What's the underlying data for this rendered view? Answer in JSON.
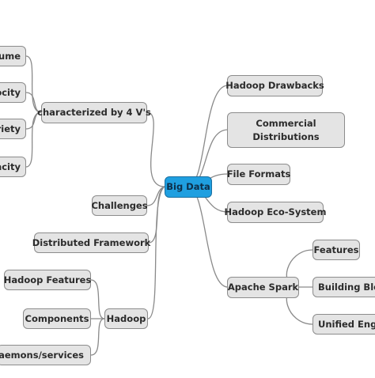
{
  "root": "Big Data",
  "left": {
    "characterized": "characterized by 4 V's",
    "v_volume": "lume",
    "v_velocity": "ocity",
    "v_variety": "riety",
    "v_veracity": "acity",
    "challenges": "Challenges",
    "distributed": "Distributed Framework",
    "hadoop": "Hadoop",
    "hadoop_features": "Hadoop Features",
    "components": "Components",
    "daemons": "Daemons/services"
  },
  "right": {
    "drawbacks": "Hadoop Drawbacks",
    "commercial": "Commercial Distributions",
    "file_formats": "File Formats",
    "ecosystem": "Hadoop Eco-System",
    "spark": "Apache Spark",
    "spark_features": "Features",
    "building_blocks": "Building Bloc",
    "unified": "Unified Engin"
  },
  "colors": {
    "root_fill": "#1f9fe0",
    "node_fill": "#e4e4e4",
    "connector": "#8a8a8a"
  }
}
